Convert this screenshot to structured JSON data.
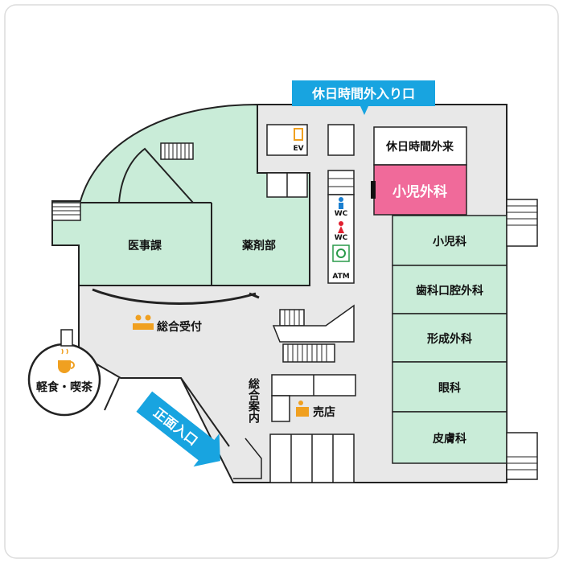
{
  "colors": {
    "room_green": "#c9ecd8",
    "pediatric_surgery": "#f06a9a",
    "sign_blue": "#18a4e0",
    "outline": "#222222",
    "floor": "#e8e8e8",
    "icon_orange": "#f0a020",
    "wc_blue": "#1a7fd0",
    "wc_red": "#e02030",
    "wc_green": "#2a9a4a"
  },
  "signs": {
    "after_hours_entrance": "休日時間外入り口",
    "main_entrance": "正面入口"
  },
  "rooms": {
    "after_hours_reception": "休日時間外来",
    "pediatric_surgery": "小児外科",
    "pediatrics": "小児科",
    "oral_surgery": "歯科口腔外科",
    "plastic_surgery": "形成外科",
    "ophthalmology": "眼科",
    "dermatology": "皮膚科",
    "medical_affairs": "医事課",
    "pharmacy": "薬剤部",
    "general_reception": "総合受付",
    "cafe": "軽食・喫茶",
    "shop": "売店",
    "information": "総合案内"
  },
  "facilities": {
    "elevator": "EV",
    "wc_men": "WC",
    "wc_women": "WC",
    "atm": "ATM"
  },
  "icons": [
    "elevator-icon",
    "toilet-men-icon",
    "toilet-women-icon",
    "accessible-toilet-icon",
    "reception-icon",
    "coffee-cup-icon",
    "shop-icon",
    "stairs-icon"
  ]
}
